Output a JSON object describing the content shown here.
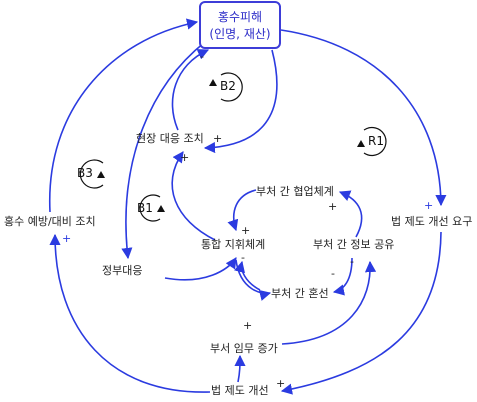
{
  "title_node": {
    "line1": "홍수피해",
    "line2": "(인명, 재산)"
  },
  "nodes": {
    "hyunjang": "현장 대응 조치",
    "tonghap": "통합 지휘체계",
    "jeongbu": "정부대응",
    "hongsu": "홍수 예방/대비 조치",
    "hyeopeop": "부처 간 협업체계",
    "jeongbo": "부처 간 정보 공유",
    "honseon": "부처 간 혼선",
    "imu": "부서 임무 증가",
    "beopjedo": "법 제도 개선",
    "beopyogu": "법 제도 개선 요구"
  },
  "loops": {
    "b1": "B1",
    "b2": "B2",
    "b3": "B3",
    "r1": "R1"
  },
  "polarity": {
    "plus": "+",
    "minus": "-"
  },
  "colors": {
    "arrow": "#2b3be0",
    "box_border": "#3d3dd8",
    "box_text": "#2c2cc8"
  }
}
